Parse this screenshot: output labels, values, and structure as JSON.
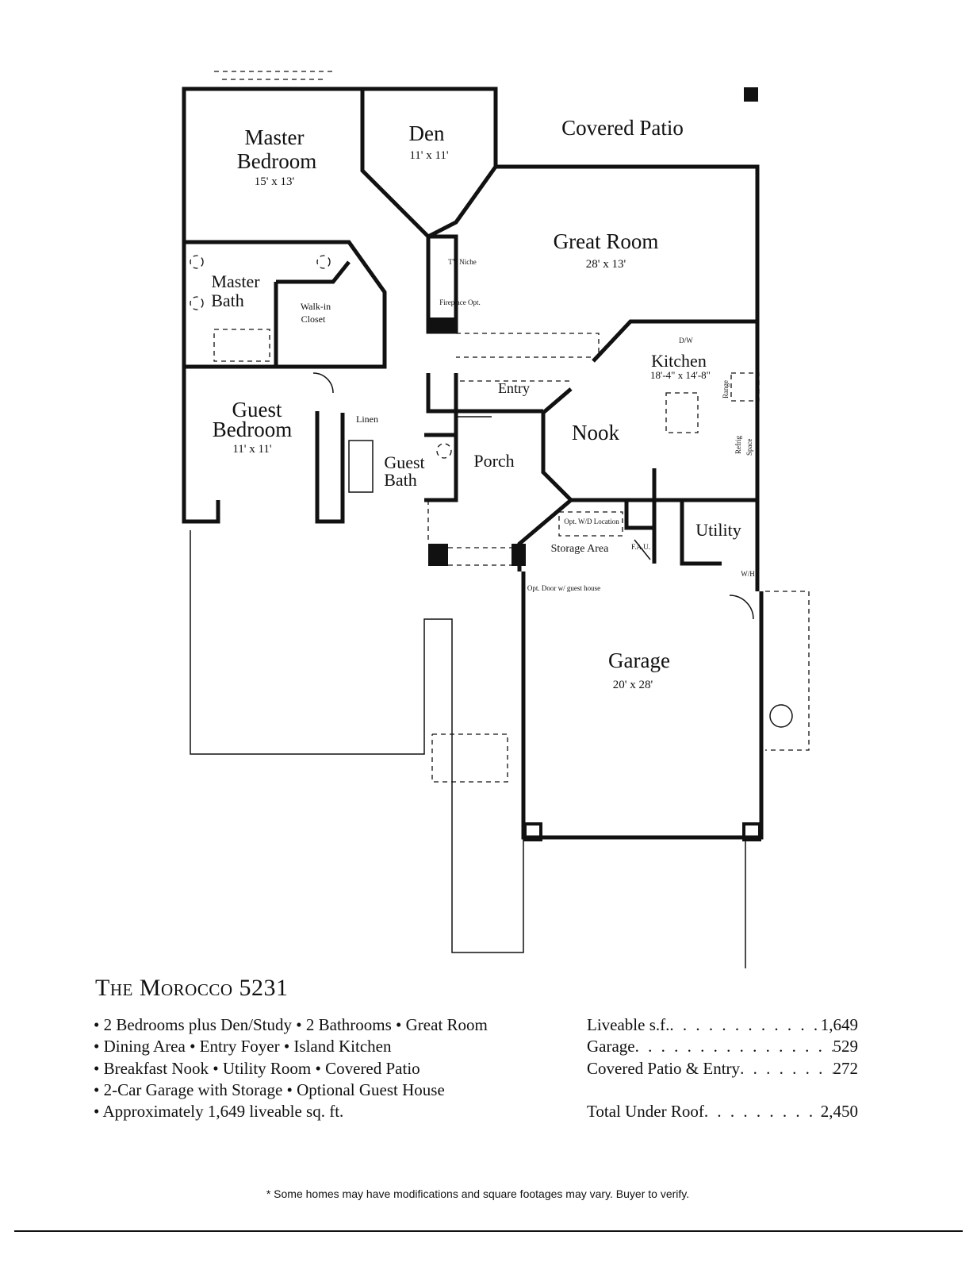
{
  "plan": {
    "rooms": {
      "master_bedroom": {
        "name_line1": "Master",
        "name_line2": "Bedroom",
        "size": "15' x 13'"
      },
      "den": {
        "name": "Den",
        "size": "11' x 11'"
      },
      "covered_patio": {
        "name": "Covered Patio"
      },
      "great_room": {
        "name": "Great Room",
        "size": "28' x 13'"
      },
      "master_bath": {
        "name_line1": "Master",
        "name_line2": "Bath"
      },
      "walk_in_closet": {
        "name_line1": "Walk-in",
        "name_line2": "Closet"
      },
      "kitchen": {
        "name": "Kitchen",
        "size": "18'-4\" x 14'-8\""
      },
      "entry": {
        "name": "Entry"
      },
      "guest_bedroom": {
        "name_line1": "Guest",
        "name_line2": "Bedroom",
        "size": "11' x 11'"
      },
      "linen": {
        "name": "Linen"
      },
      "guest_bath": {
        "name_line1": "Guest",
        "name_line2": "Bath"
      },
      "porch": {
        "name": "Porch"
      },
      "nook": {
        "name": "Nook"
      },
      "utility": {
        "name": "Utility"
      },
      "storage_area": {
        "name": "Storage Area"
      },
      "garage": {
        "name": "Garage",
        "size": "20' x 28'"
      }
    },
    "annotations": {
      "tv_niche": "TV Niche",
      "fireplace": "Fireplace Opt.",
      "dw": "D/W",
      "range": "Range",
      "refrig": "Refrig",
      "space": "Space",
      "opt_wd": "Opt. W/D Location",
      "fau": "F.A.U.",
      "wh": "W/H",
      "opt_door": "Opt. Door w/ guest house"
    }
  },
  "info": {
    "title": "The Morocco 5231",
    "features": [
      "• 2 Bedrooms plus Den/Study • 2 Bathrooms • Great Room",
      "• Dining Area • Entry Foyer • Island Kitchen",
      "• Breakfast Nook • Utility Room  • Covered Patio",
      "• 2-Car Garage with Storage • Optional Guest House",
      "• Approximately 1,649 liveable sq. ft."
    ],
    "square_footage": [
      {
        "label": "Liveable s.f.",
        "value": "1,649"
      },
      {
        "label": "Garage",
        "value": "529"
      },
      {
        "label": "Covered Patio & Entry",
        "value": "272"
      },
      {
        "label": "Total Under Roof",
        "value": "2,450"
      }
    ]
  },
  "disclaimer": "* Some homes may have modifications and square footages may vary. Buyer to verify."
}
